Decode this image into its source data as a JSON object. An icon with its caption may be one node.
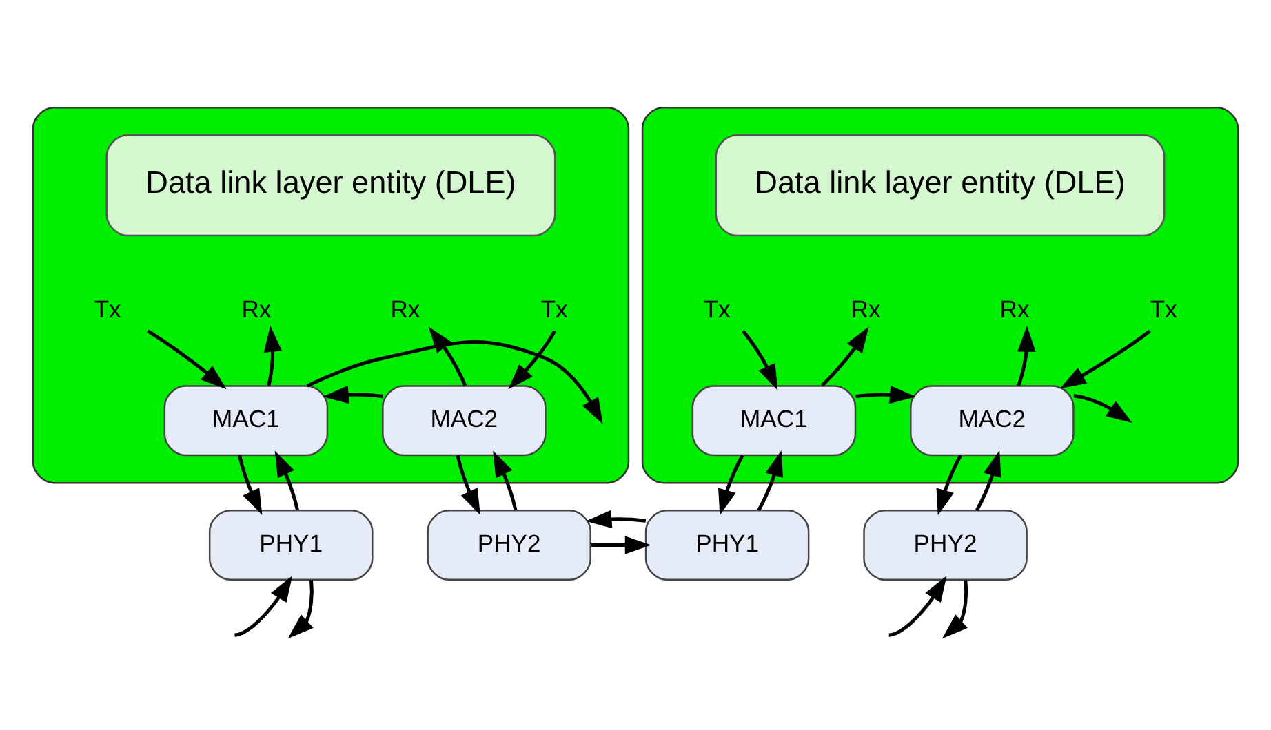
{
  "diagram": {
    "nodes": [
      {
        "text": [],
        "shape": "box"
      },
      {
        "text": [
          "Data link layer entity (DLE)"
        ],
        "in": 0
      },
      {
        "text": [
          "Rx"
        ],
        "in": 0
      },
      {
        "text": [
          "Tx"
        ],
        "in": 0
      },
      {
        "text": [
          "Rx"
        ],
        "in": 0
      },
      {
        "text": [
          "Tx"
        ],
        "in": 0
      },
      {
        "text": [
          "MAC1"
        ],
        "in": 0
      },
      {
        "text": [
          "MAC2"
        ],
        "in": 0
      },
      {
        "text": [],
        "shape": "box"
      },
      {
        "text": [
          "Data link layer entity (DLE)"
        ],
        "in": 8
      },
      {
        "text": [
          "Rx"
        ],
        "in": 8
      },
      {
        "text": [
          "Tx"
        ],
        "in": 8
      },
      {
        "text": [
          "Rx"
        ],
        "in": 8
      },
      {
        "text": [
          "Tx"
        ],
        "in": 8
      },
      {
        "text": [
          "MAC1"
        ],
        "in": 8
      },
      {
        "text": [
          "MAC2"
        ],
        "in": 8
      },
      {
        "text": [
          "PHY1"
        ]
      },
      {
        "text": [
          "PHY2"
        ]
      },
      {
        "text": [
          "PHY1"
        ]
      },
      {
        "text": [
          "PHY2"
        ]
      }
    ],
    "edges": [
      {
        "from": 6,
        "to": 2,
        "arrow": "to"
      },
      {
        "from": 3,
        "to": 6,
        "arrow": "to"
      },
      {
        "from": 7,
        "to": 4,
        "arrow": "to"
      },
      {
        "from": 5,
        "to": 7,
        "arrow": "to"
      },
      {
        "from": 7,
        "to": 6,
        "arrow": "to"
      },
      {
        "from": 6,
        "to": null,
        "arrow": "to"
      },
      {
        "from": 16,
        "to": 6,
        "arrow": "to"
      },
      {
        "from": 6,
        "to": 16,
        "arrow": "to"
      },
      {
        "from": 17,
        "to": 7,
        "arrow": "to"
      },
      {
        "from": 7,
        "to": 17,
        "arrow": "to"
      },
      {
        "from": null,
        "to": 16,
        "arrow": "to"
      },
      {
        "from": 16,
        "to": null,
        "arrow": "to"
      },
      {
        "from": 17,
        "to": 18,
        "arrow": "to"
      },
      {
        "from": 18,
        "to": 17,
        "arrow": "to"
      },
      {
        "from": 14,
        "to": 10,
        "arrow": "to"
      },
      {
        "from": 11,
        "to": 14,
        "arrow": "to"
      },
      {
        "from": 15,
        "to": 12,
        "arrow": "to"
      },
      {
        "from": 13,
        "to": 15,
        "arrow": "to"
      },
      {
        "from": 15,
        "to": null,
        "arrow": "to"
      },
      {
        "from": 14,
        "to": 15,
        "arrow": "to"
      },
      {
        "from": 18,
        "to": 14,
        "arrow": "to"
      },
      {
        "from": 14,
        "to": 18,
        "arrow": "to"
      },
      {
        "from": 19,
        "to": 15,
        "arrow": "to"
      },
      {
        "from": 15,
        "to": 19,
        "arrow": "to"
      },
      {
        "from": null,
        "to": 19,
        "arrow": "to"
      },
      {
        "from": 19,
        "to": null,
        "arrow": "to"
      }
    ]
  }
}
